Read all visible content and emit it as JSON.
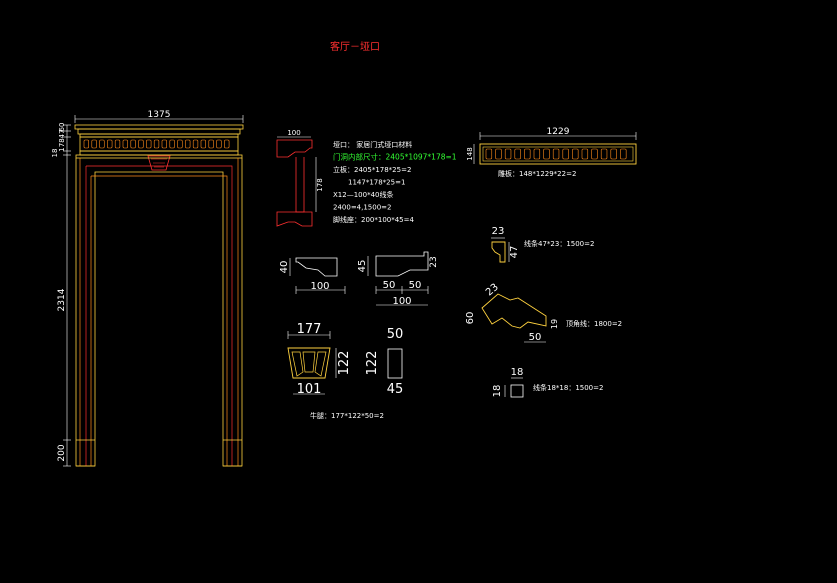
{
  "title": "客厅－垭口",
  "door": {
    "width": "1375",
    "top_60": "60",
    "top_47": "47",
    "top_178": "178",
    "top_18": "18",
    "height": "2314",
    "base": "200"
  },
  "notes": [
    {
      "text": "垭口：  家居门式垭口材料",
      "green": false
    },
    {
      "text": "门洞内部尺寸：2405*1097*178=1",
      "green": true
    },
    {
      "text": "立板：2405*178*25=2",
      "green": false
    },
    {
      "text": "1147*178*25=1",
      "green": false
    },
    {
      "text": "X12—100*40线条",
      "green": false
    },
    {
      "text": "2400=4,1500=2",
      "green": false
    },
    {
      "text": "脚线座：200*100*45=4",
      "green": false
    }
  ],
  "section_profile": {
    "top": "100",
    "side": "178"
  },
  "frieze": {
    "width": "1229",
    "height": "148",
    "note": "雕板：148*1229*22=2"
  },
  "profile_40": {
    "h": "40",
    "w": "100"
  },
  "profile_45": {
    "h": "45",
    "d1": "50",
    "d2": "50",
    "w": "100",
    "slope": "23"
  },
  "bracket": {
    "top": "177",
    "height": "122",
    "bottom": "101",
    "side_top": "50",
    "side_h": "122",
    "side_bottom": "45",
    "note": "牛腿：177*122*50=2"
  },
  "molding_47": {
    "w": "23",
    "h": "47",
    "note": "线条47*23：1500=2"
  },
  "crown": {
    "a": "23",
    "b": "60",
    "c": "50",
    "d": "19",
    "note": "顶角线：1800=2"
  },
  "square": {
    "w": "18",
    "h": "18",
    "note": "线条18*18：1500=2"
  },
  "colors": {
    "bg": "#000000",
    "line": "#ffffff",
    "accent": "#ffd23f",
    "orange": "#ff8c1a",
    "red": "#ff3030",
    "green": "#33ff33"
  }
}
